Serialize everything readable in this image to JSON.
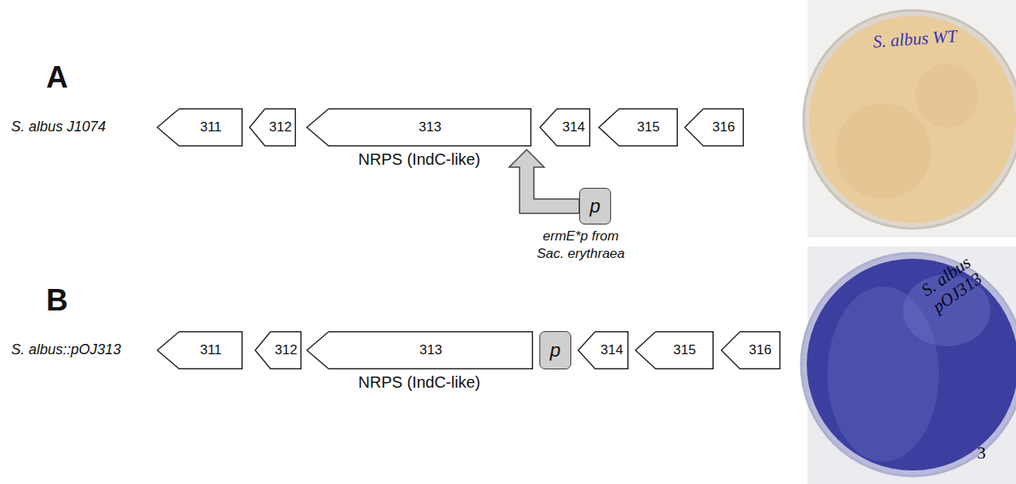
{
  "diagram": {
    "nodes": [
      {
        "text": [
          "311"
        ]
      },
      {
        "text": [
          "312"
        ]
      },
      {
        "text": [
          "313"
        ]
      },
      {
        "text": [
          "314"
        ]
      },
      {
        "text": [
          "315"
        ]
      },
      {
        "text": [
          "316"
        ]
      },
      {
        "text": [
          "p"
        ]
      },
      {
        "text": [
          "311"
        ]
      },
      {
        "text": [
          "312"
        ]
      },
      {
        "text": [
          "313"
        ]
      },
      {
        "text": [
          "p"
        ]
      },
      {
        "text": [
          "314"
        ]
      },
      {
        "text": [
          "315"
        ]
      },
      {
        "text": [
          "316"
        ]
      }
    ],
    "labels": [
      "A",
      "S. albus J1074",
      "NRPS (IndC-like)",
      "ermE*p from",
      "Sac. erythraea",
      "S. albus WT",
      "B",
      "S. albus::pOJ313",
      "NRPS (IndC-like)",
      "S. albus pOJ313",
      "3"
    ]
  }
}
